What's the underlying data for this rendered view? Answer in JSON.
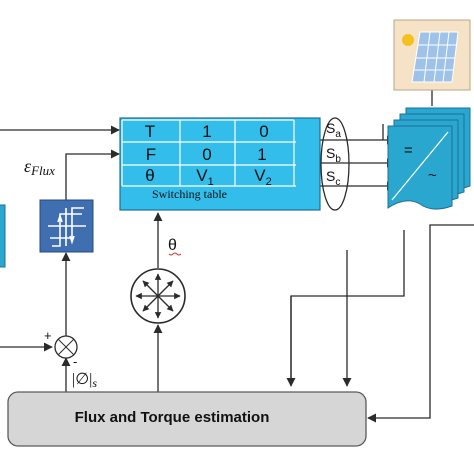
{
  "colors": {
    "block_fill": "#33BDEB",
    "block_stroke": "#1f6f9a",
    "estimator_fill": "#D6D6D6",
    "hysteresis_fill": "#3F6FB0",
    "inverter_fill": "#2AA7CF",
    "panel_frame": "#F6E3C7",
    "panel_cells": "#9FC3E8",
    "sun": "#F4C21E",
    "wire": "#2b2b2b"
  },
  "flux_error_label": "ε",
  "flux_error_subscript": "Flux",
  "flux_magnitude_label": "|∅|",
  "flux_magnitude_subscript": "s",
  "sum_plus_sign": "+",
  "sum_minus_sign": "-",
  "sector_label": "θ",
  "switching_table": {
    "caption": "Switching table",
    "rows": [
      [
        "T",
        "1",
        "0"
      ],
      [
        "F",
        "0",
        "1"
      ],
      [
        "θ",
        "V",
        "V"
      ]
    ],
    "row3_subscripts": [
      "",
      "1",
      "2"
    ]
  },
  "switch_signals": [
    {
      "letter": "S",
      "sub": "a"
    },
    {
      "letter": "S",
      "sub": "b"
    },
    {
      "letter": "S",
      "sub": "c"
    }
  ],
  "inverter": {
    "dc_symbol": "=",
    "ac_symbol": "~"
  },
  "estimator_label": "Flux and Torque estimation",
  "icons": [
    "solar-panel-icon",
    "sun-icon",
    "hysteresis-comparator-icon",
    "sector-selector-icon",
    "summing-junction-icon",
    "inverter-icon"
  ]
}
